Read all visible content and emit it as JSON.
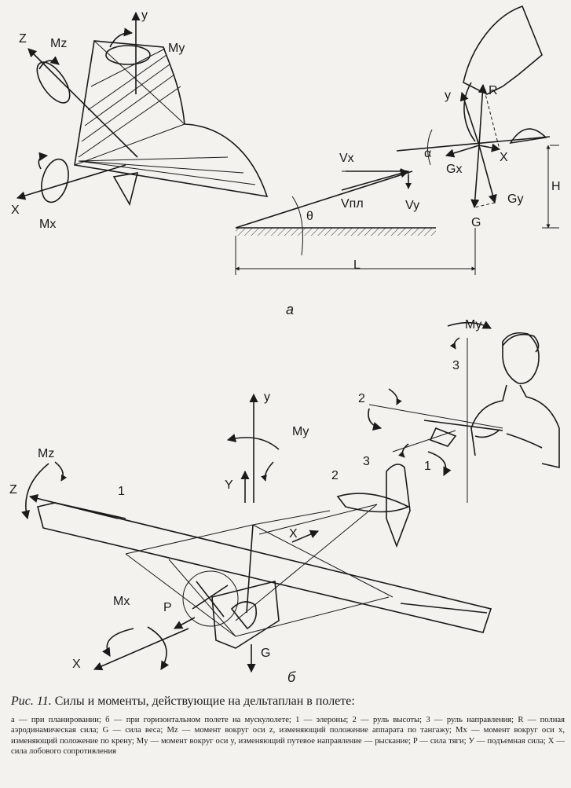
{
  "caption": {
    "fig_label": "Рис. 11.",
    "title": "Силы и моменты, действующие на дельтаплан в полете:",
    "legend": "а — при планировании; б — при горизонтальном полете на мускулолете; 1 — элероны; 2 — руль высоты; 3 — руль направления; R — полная аэродинамическая сила; G — сила веса; Mz — момент вокруг оси z, изменяющий положение аппарата по тангажу; Mx — момент вокруг оси x, изменяющий положение по крену; My — момент вокруг оси y, изменяющий путевое направление — рыскание; P — сила тяги; У — подъемная сила; Х — сила лобового сопротивления"
  },
  "panel_a": {
    "label": "а",
    "axes": {
      "z": "Z",
      "y": "y",
      "x": "X"
    },
    "moments": {
      "mz": "Mz",
      "my": "My",
      "mx": "Mx"
    },
    "velocity": {
      "vx": "Vx",
      "vy": "Vy",
      "vpl": "Vпл"
    },
    "angles": {
      "theta": "θ",
      "alpha": "α"
    },
    "forces": {
      "y": "y",
      "r": "R",
      "x": "X",
      "gx": "Gx",
      "gy": "Gy",
      "g": "G"
    },
    "dimensions": {
      "h": "H",
      "l": "L"
    }
  },
  "panel_b": {
    "label": "б",
    "axes": {
      "z": "Z",
      "y": "y",
      "x": "X",
      "xflight": "X"
    },
    "moments": {
      "mz": "Mz",
      "my": "My",
      "mx": "Mx",
      "my_pilot": "My"
    },
    "forces": {
      "y": "Y",
      "p": "P",
      "g": "G"
    },
    "callouts": {
      "ailerons": "1",
      "elevator": "2",
      "rudder": "3",
      "ctrl1": "1",
      "ctrl2": "2",
      "ctrl3": "3"
    }
  }
}
